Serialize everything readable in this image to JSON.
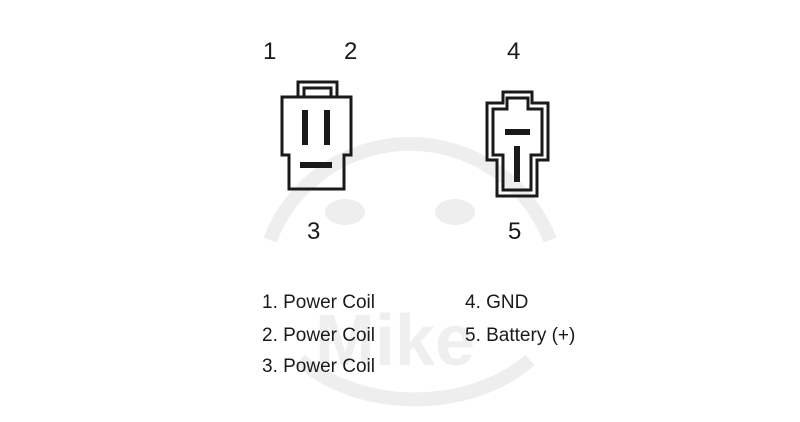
{
  "pins": {
    "p1": "1",
    "p2": "2",
    "p3": "3",
    "p4": "4",
    "p5": "5"
  },
  "legend": {
    "item1": "1. Power Coil",
    "item2": "2. Power Coil",
    "item3": "3. Power Coil",
    "item4": "4. GND",
    "item5": "5. Battery (+)"
  },
  "watermark": {
    "text": "Mike"
  },
  "colors": {
    "ink": "#1a1a1a",
    "watermark": "#ededed"
  },
  "icons": {
    "connector_left": "three-pin-connector-icon",
    "connector_right": "two-pin-connector-icon"
  }
}
